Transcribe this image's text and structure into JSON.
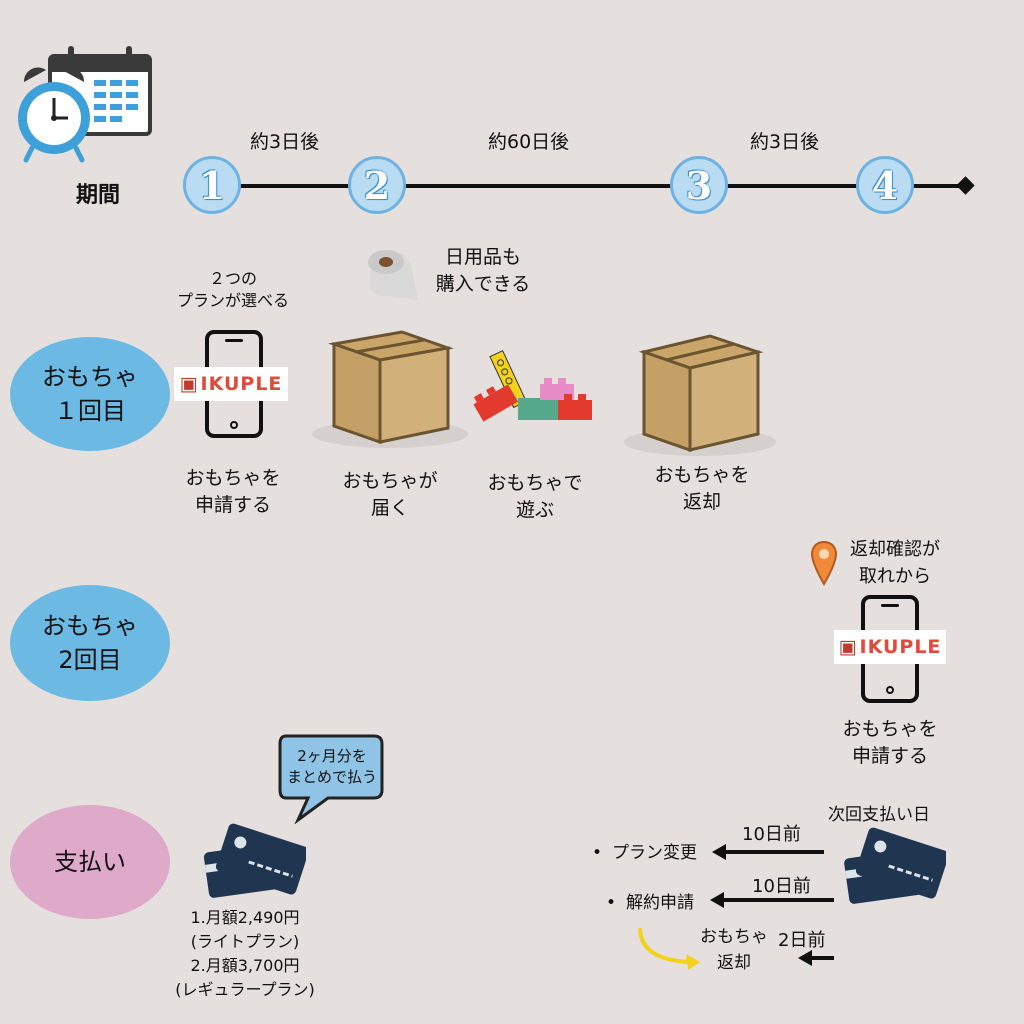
{
  "timeline": {
    "period_label": "期間",
    "intervals": [
      "約3日後",
      "約60日後",
      "約3日後"
    ],
    "steps": [
      "1",
      "2",
      "3",
      "4"
    ]
  },
  "rows": {
    "toy1": "おもちゃ\n１回目",
    "toy2": "おもちゃ\n2回目",
    "payment": "支払い"
  },
  "round1": {
    "plans_note": "２つの\nプランが選べる",
    "logo_text": "IKUPLE",
    "apply": "おもちゃを\n申請する",
    "daily_goods_note": "日用品も\n購入できる",
    "arrive": "おもちゃが\n届く",
    "play": "おもちゃで\n遊ぶ",
    "return": "おもちゃを\n返却"
  },
  "round2": {
    "return_confirm": "返却確認が\n取れから",
    "logo_text": "IKUPLE",
    "apply": "おもちゃを\n申請する"
  },
  "payment": {
    "bubble": "2ヶ月分を\nまとめで払う",
    "prices": "1.月額2,490円\n(ライトプラン)\n2.月額3,700円\n(レギュラープラン)",
    "next_payment_day": "次回支払い日",
    "deadlines": [
      {
        "label": "プラン変更",
        "days": "10日前"
      },
      {
        "label": "解約申請",
        "days": "10日前"
      },
      {
        "label": "おもちゃ\n返却",
        "days": "2日前"
      }
    ]
  },
  "colors": {
    "background": "#e5dfdd",
    "oval_blue": "#6cb9e4",
    "oval_pink": "#dfa9ca",
    "step_fill": "#b9dcf2",
    "arrow_yellow": "#f2d21a"
  }
}
